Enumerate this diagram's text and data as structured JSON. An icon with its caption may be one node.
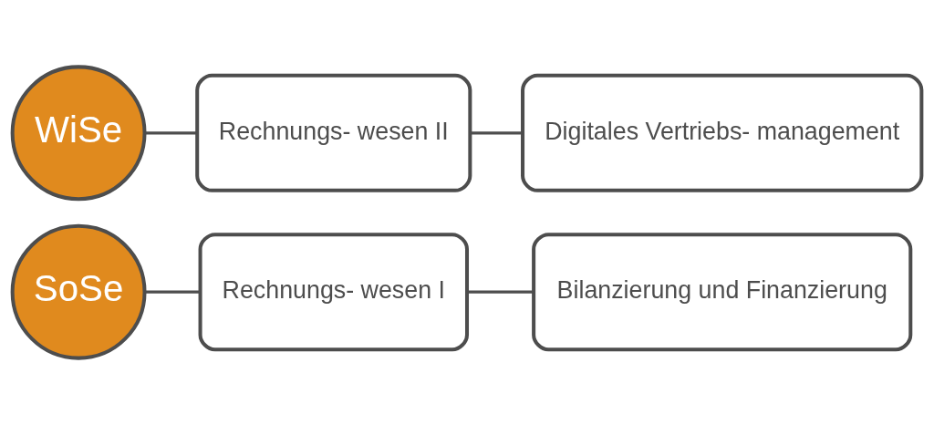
{
  "diagram": {
    "nodes": [
      {
        "text": [
          "SoSe"
        ]
      },
      {
        "text": [
          "Rechnungs- wesen I"
        ]
      },
      {
        "text": [
          "Bilanzierung und Finanzierung"
        ]
      },
      {
        "text": [
          "WiSe"
        ]
      },
      {
        "text": [
          "Rechnungs- wesen II"
        ]
      },
      {
        "text": [
          "Digitales Vertriebs- management"
        ]
      }
    ],
    "edges": [
      {
        "from": 0,
        "to": 1,
        "arrow": "none"
      },
      {
        "from": 1,
        "to": 2,
        "arrow": "none"
      },
      {
        "from": 3,
        "to": 4,
        "arrow": "none"
      },
      {
        "from": 4,
        "to": 5,
        "arrow": "none"
      }
    ]
  }
}
